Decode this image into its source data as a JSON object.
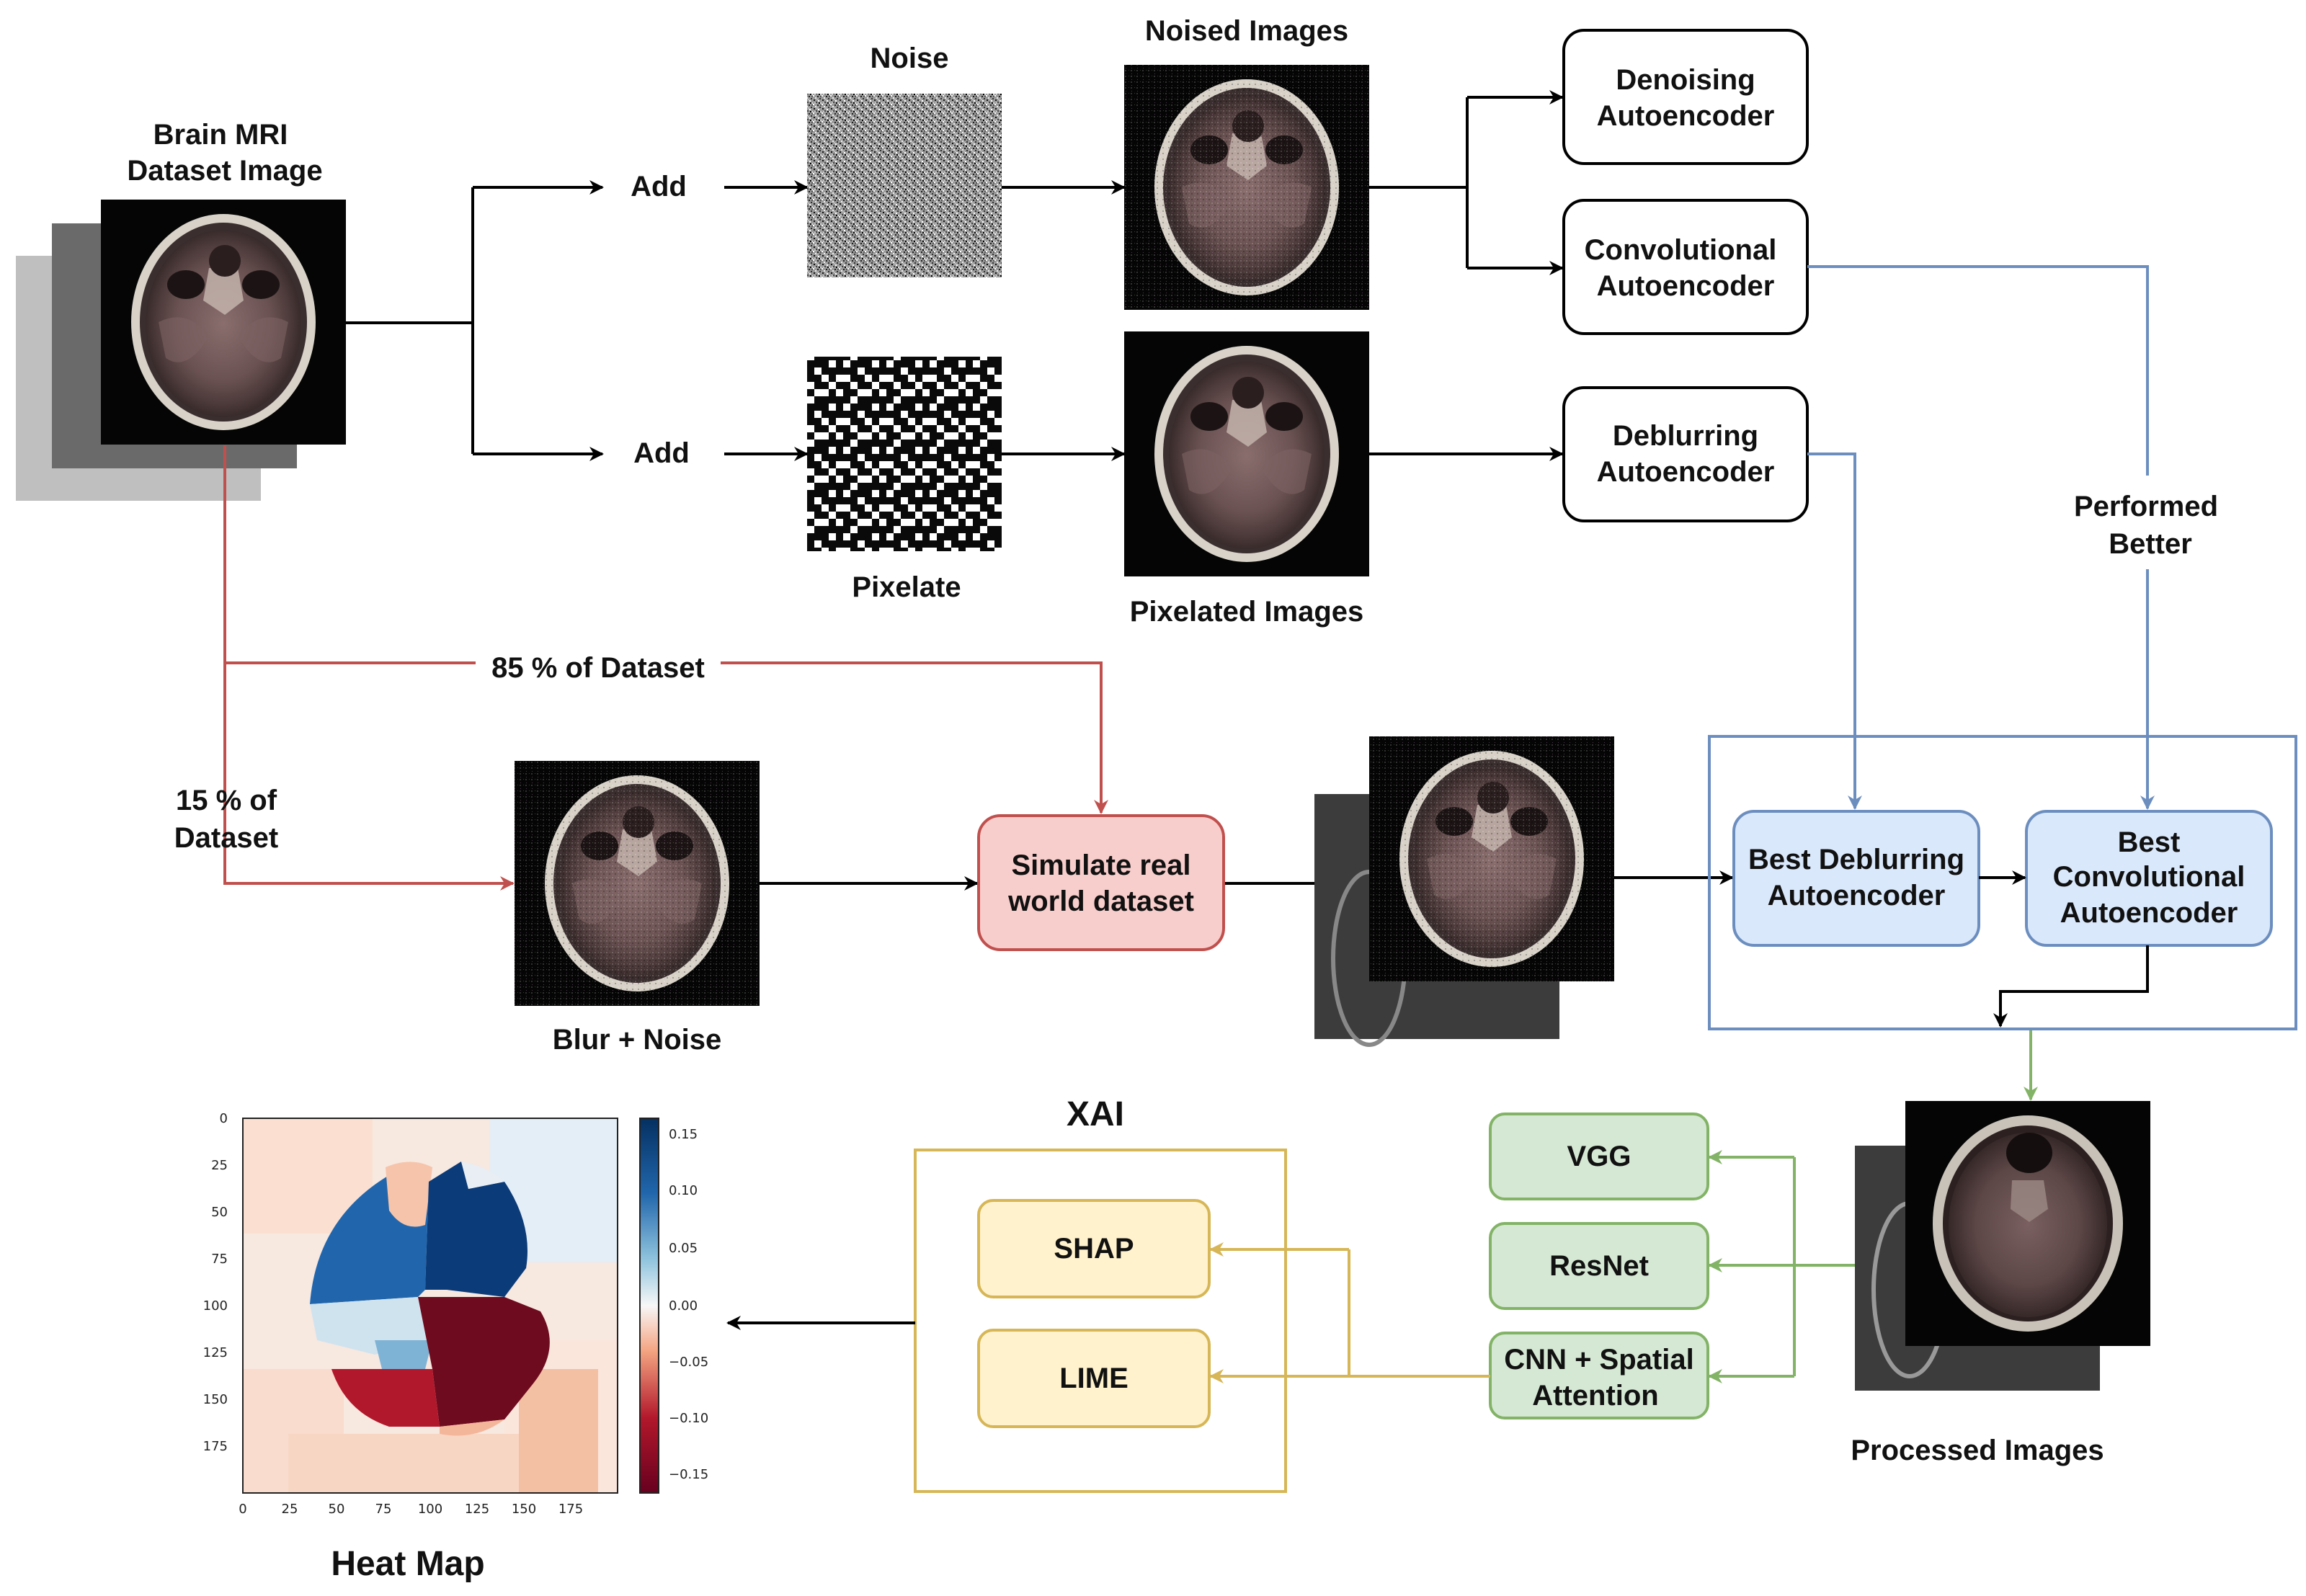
{
  "labels": {
    "dataset_image": [
      "Brain MRI",
      "Dataset Image"
    ],
    "add_top": "Add",
    "add_bottom": "Add",
    "noise": "Noise",
    "pixelate": "Pixelate",
    "noised_images": "Noised Images",
    "pixelated_images": "Pixelated Images",
    "denoising_ae": [
      "Denoising",
      "Autoencoder"
    ],
    "convolutional_ae": [
      "Convolutional",
      "Autoencoder"
    ],
    "deblurring_ae": [
      "Deblurring",
      "Autoencoder"
    ],
    "performed_better": [
      "Performed",
      "Better"
    ],
    "pct85": "85 % of Dataset",
    "pct15": [
      "15 % of",
      "Dataset"
    ],
    "blur_noise": "Blur + Noise",
    "simulate": [
      "Simulate real",
      "world dataset"
    ],
    "best_deblurring": [
      "Best Deblurring",
      "Autoencoder"
    ],
    "best_convolutional": [
      "Best",
      "Convolutional",
      "Autoencoder"
    ],
    "processed_images": "Processed Images",
    "vgg": "VGG",
    "resnet": "ResNet",
    "cnn_attention": [
      "CNN + Spatial",
      "Attention"
    ],
    "xai": "XAI",
    "shap": "SHAP",
    "lime": "LIME",
    "heat_map": "Heat Map"
  },
  "colors": {
    "red_flow": "#c0504d",
    "blue_flow": "#6c8ebf",
    "green_flow": "#82b366",
    "yellow_flow": "#d6b656",
    "simulate_fill": "#f8cecc",
    "blue_fill": "#dae8fc",
    "green_fill": "#d5e8d4",
    "yellow_fill": "#fff2cc"
  },
  "heatmap": {
    "x_ticks": [
      "0",
      "25",
      "50",
      "75",
      "100",
      "125",
      "150",
      "175"
    ],
    "y_ticks": [
      "0",
      "25",
      "50",
      "75",
      "100",
      "125",
      "150",
      "175"
    ],
    "colorbar_ticks": [
      "0.15",
      "0.10",
      "0.05",
      "0.00",
      "−0.05",
      "−0.10",
      "−0.15"
    ]
  }
}
